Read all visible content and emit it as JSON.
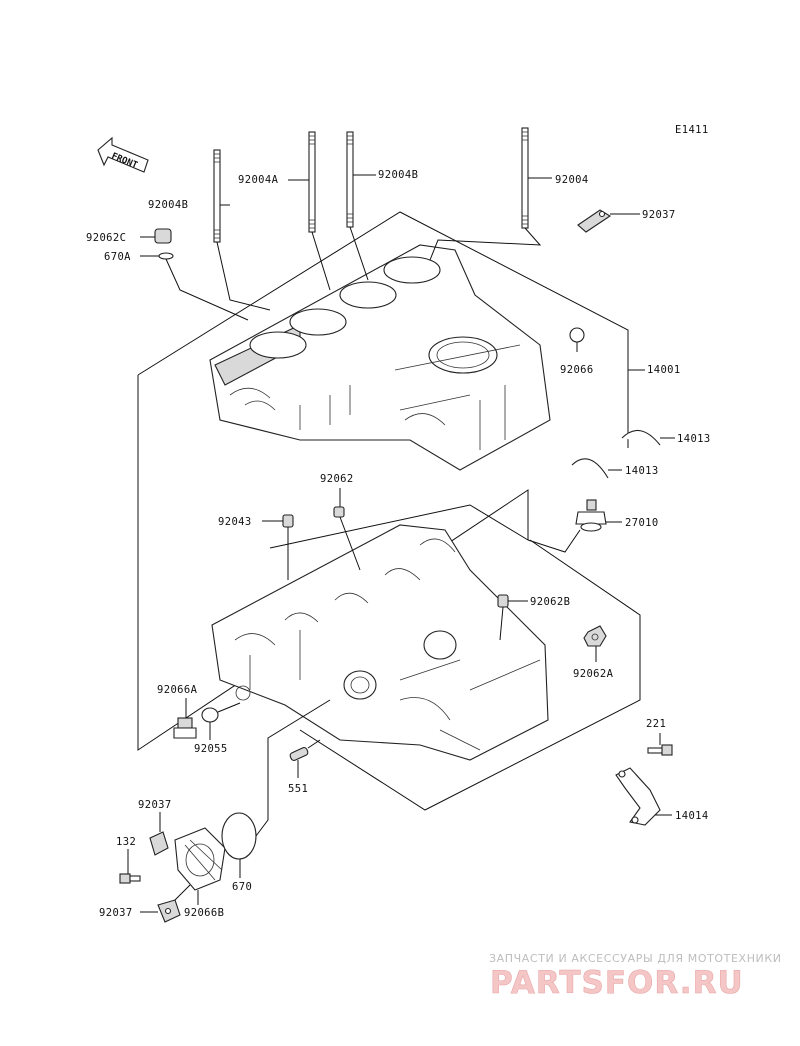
{
  "diagram": {
    "code": "E1411",
    "front_label": "FRONT",
    "labels": {
      "p92004B_left": "92004B",
      "p92004A": "92004A",
      "p92004B_right": "92004B",
      "p92004": "92004",
      "p92037_top": "92037",
      "p92062C": "92062C",
      "p670A": "670A",
      "p92066": "92066",
      "p14001": "14001",
      "p14013_a": "14013",
      "p14013_b": "14013",
      "p27010": "27010",
      "p92062": "92062",
      "p92043": "92043",
      "p92062B": "92062B",
      "p92062A": "92062A",
      "p92066A": "92066A",
      "p92055": "92055",
      "p551": "551",
      "p221": "221",
      "p14014": "14014",
      "p92037_mid": "92037",
      "p132": "132",
      "p670": "670",
      "p92037_bottom": "92037",
      "p92066B": "92066B"
    }
  },
  "watermark": {
    "tagline": "ЗАПЧАСТИ И АКСЕССУАРЫ ДЛЯ МОТОТЕХНИКИ",
    "brand": "PARTSFOR.RU"
  }
}
